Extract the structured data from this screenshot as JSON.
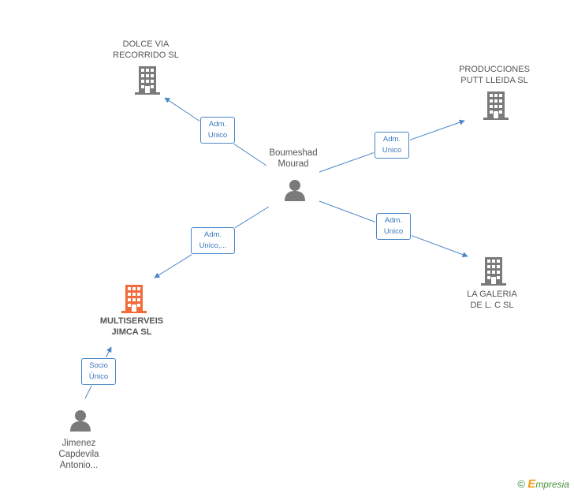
{
  "nodes": {
    "dolce": {
      "lines": [
        "DOLCE VIA",
        "RECORRIDO SL"
      ]
    },
    "producciones": {
      "lines": [
        "PRODUCCIONES",
        "PUTT LLEIDA SL"
      ]
    },
    "boumeshad": {
      "lines": [
        "Boumeshad",
        "Mourad"
      ]
    },
    "multiserveis": {
      "lines": [
        "MULTISERVEIS",
        "JIMCA SL"
      ]
    },
    "galeria": {
      "lines": [
        "LA GALERIA",
        "DE L. C SL"
      ]
    },
    "jimenez": {
      "lines": [
        "Jimenez",
        "Capdevila",
        "Antonio..."
      ]
    }
  },
  "edges": {
    "e_dolce": {
      "lines": [
        "Adm.",
        "Unico"
      ]
    },
    "e_producciones": {
      "lines": [
        "Adm.",
        "Unico"
      ]
    },
    "e_multiserveis": {
      "lines": [
        "Adm.",
        "Unico,..."
      ]
    },
    "e_galeria": {
      "lines": [
        "Adm.",
        "Unico"
      ]
    },
    "e_socio": {
      "lines": [
        "Socio",
        "Único"
      ]
    }
  },
  "colors": {
    "edge": "#4a86c7",
    "company_icon": "#7a7a7a",
    "focus_company_icon": "#f26b3a",
    "person_icon": "#7a7a7a"
  },
  "footer": {
    "copyright": "©",
    "brand_first": "E",
    "brand_rest": "mpresia"
  }
}
